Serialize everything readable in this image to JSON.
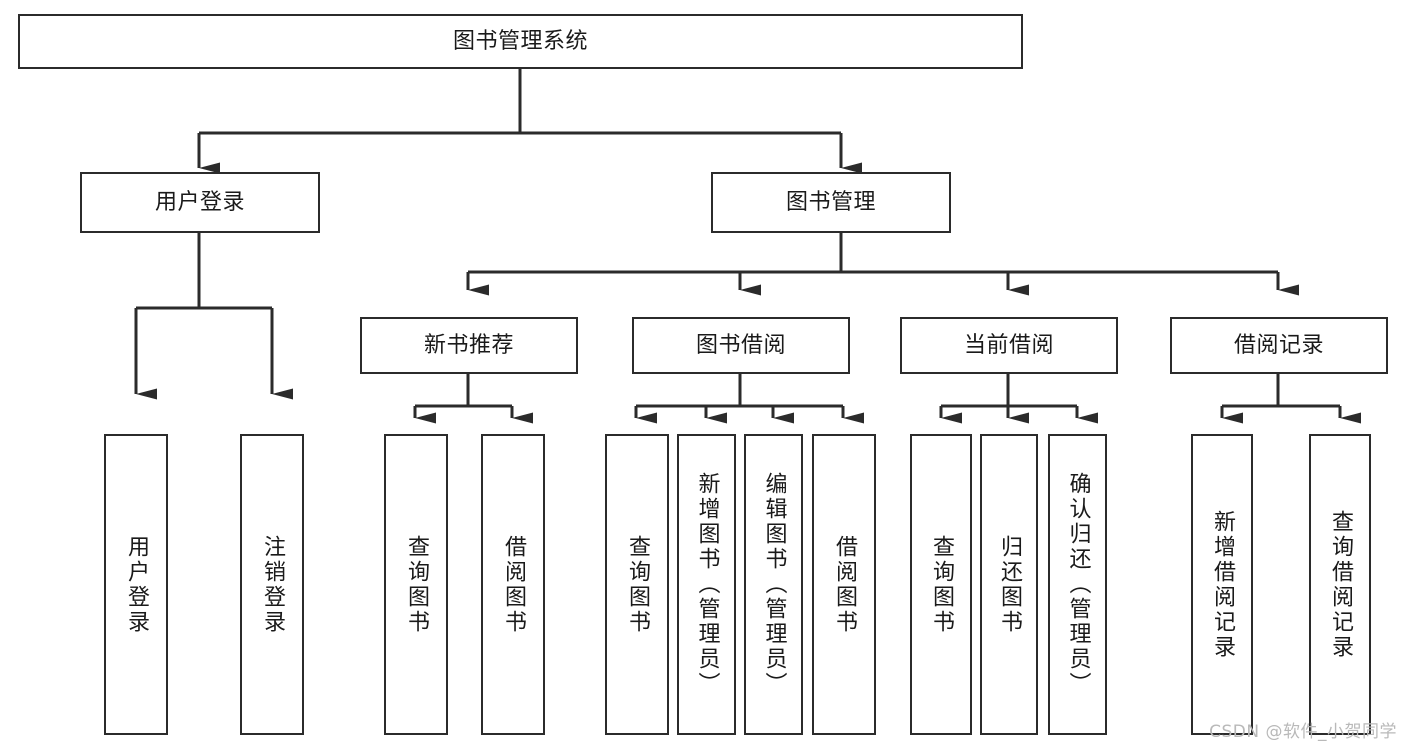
{
  "diagram": {
    "title": "图书管理系统",
    "type": "tree-hierarchy-chart",
    "root": {
      "id": "root",
      "label": "图书管理系统"
    },
    "level1": [
      {
        "id": "user-login",
        "label": "用户登录"
      },
      {
        "id": "book-manage",
        "label": "图书管理"
      }
    ],
    "level2": [
      {
        "id": "new-book-rec",
        "label": "新书推荐",
        "parent": "book-manage"
      },
      {
        "id": "book-borrow",
        "label": "图书借阅",
        "parent": "book-manage"
      },
      {
        "id": "current-borrow",
        "label": "当前借阅",
        "parent": "book-manage"
      },
      {
        "id": "borrow-record",
        "label": "借阅记录",
        "parent": "book-manage"
      }
    ],
    "leaves": [
      {
        "id": "leaf-user-login",
        "label": "用户登录",
        "parent": "user-login"
      },
      {
        "id": "leaf-logout",
        "label": "注销登录",
        "parent": "user-login"
      },
      {
        "id": "leaf-query-book-1",
        "label": "查询图书",
        "parent": "new-book-rec"
      },
      {
        "id": "leaf-borrow-book-1",
        "label": "借阅图书",
        "parent": "new-book-rec"
      },
      {
        "id": "leaf-query-book-2",
        "label": "查询图书",
        "parent": "book-borrow"
      },
      {
        "id": "leaf-add-book",
        "label": "新增图书（管理员）",
        "parent": "book-borrow"
      },
      {
        "id": "leaf-edit-book",
        "label": "编辑图书（管理员）",
        "parent": "book-borrow"
      },
      {
        "id": "leaf-borrow-book-2",
        "label": "借阅图书",
        "parent": "book-borrow"
      },
      {
        "id": "leaf-query-book-3",
        "label": "查询图书",
        "parent": "current-borrow"
      },
      {
        "id": "leaf-return-book",
        "label": "归还图书",
        "parent": "current-borrow"
      },
      {
        "id": "leaf-confirm-return",
        "label": "确认归还（管理员）",
        "parent": "current-borrow"
      },
      {
        "id": "leaf-add-record",
        "label": "新增借阅记录",
        "parent": "borrow-record"
      },
      {
        "id": "leaf-query-record",
        "label": "查询借阅记录",
        "parent": "borrow-record"
      }
    ],
    "colors": {
      "stroke": "#2b2b2b",
      "fill": "#ffffff",
      "text": "#1a1a1a",
      "watermark": "#b9b9b9"
    }
  },
  "watermark": {
    "text": "CSDN @软件_小贺同学"
  }
}
